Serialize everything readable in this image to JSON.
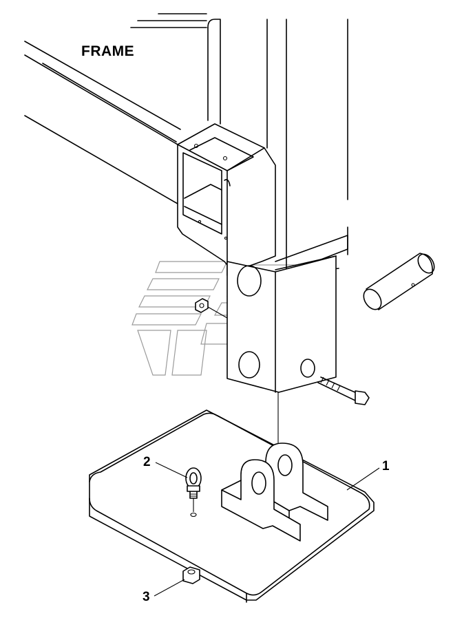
{
  "diagram": {
    "title": "FRAME",
    "callouts": [
      {
        "id": "1",
        "part": "counterweight-base"
      },
      {
        "id": "2",
        "part": "eye-bolt"
      },
      {
        "id": "3",
        "part": "nut"
      }
    ]
  },
  "colors": {
    "line": "#000000",
    "background": "#ffffff",
    "watermark": "#9a9a9a"
  }
}
